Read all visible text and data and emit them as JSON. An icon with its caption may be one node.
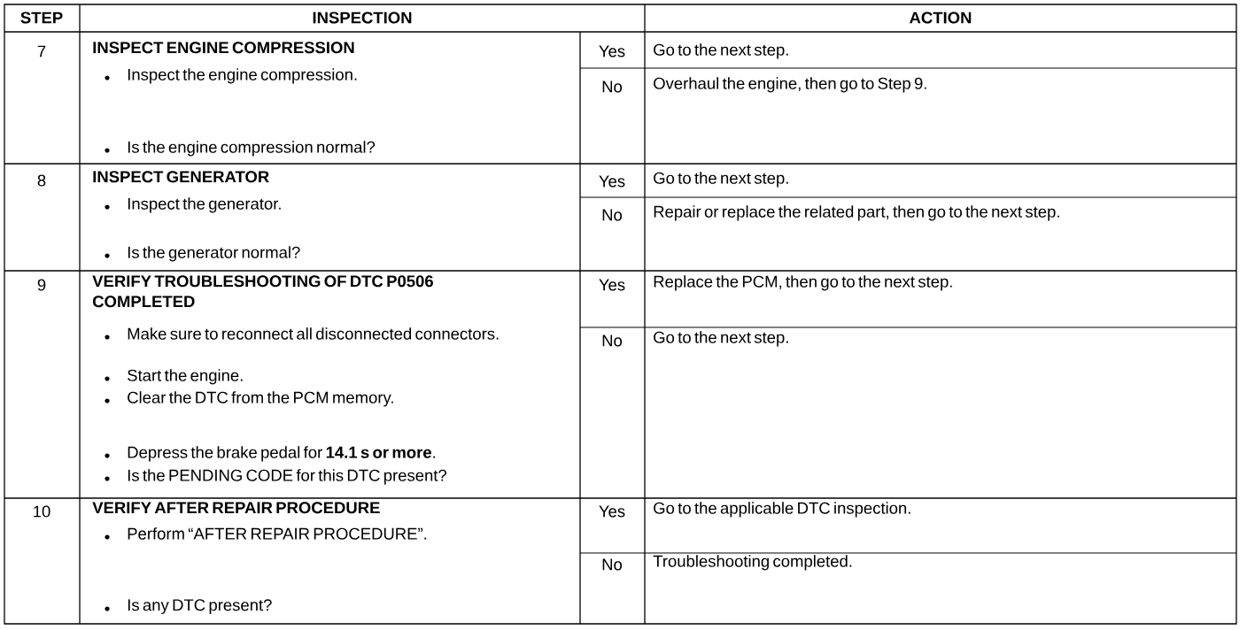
{
  "diagram": {
    "labels": [
      "STEP",
      "INSPECTION",
      "ACTION",
      "7",
      "INSPECT ENGINE COMPRESSION",
      "Inspect the engine compression.",
      "Is the engine compression normal?",
      "Yes",
      "Go to the next step.",
      "No",
      "Overhaul the engine, then go to Step 9.",
      "8",
      "INSPECT GENERATOR",
      "Inspect the generator.",
      "Is the generator normal?",
      "Yes",
      "Go to the next step.",
      "No",
      "Repair or replace the related part, then go to the next step.",
      "9",
      "VERIFY TROUBLESHOOTING OF DTC P0506 COMPLETED",
      "Make sure to reconnect all disconnected connectors.",
      "Start the engine.",
      "Clear the DTC from the PCM memory.",
      "Depress the brake pedal for **14.1 s or more**.",
      "Is the PENDING CODE for this DTC present?",
      "Yes",
      "Replace the PCM, then go to the next step.",
      "No",
      "Go to the next step.",
      "10",
      "VERIFY AFTER REPAIR PROCEDURE",
      "Perform “AFTER REPAIR PROCEDURE”.",
      "Is any DTC present?",
      "Yes",
      "Go to the applicable DTC inspection.",
      "No",
      "Troubleshooting completed."
    ]
  }
}
